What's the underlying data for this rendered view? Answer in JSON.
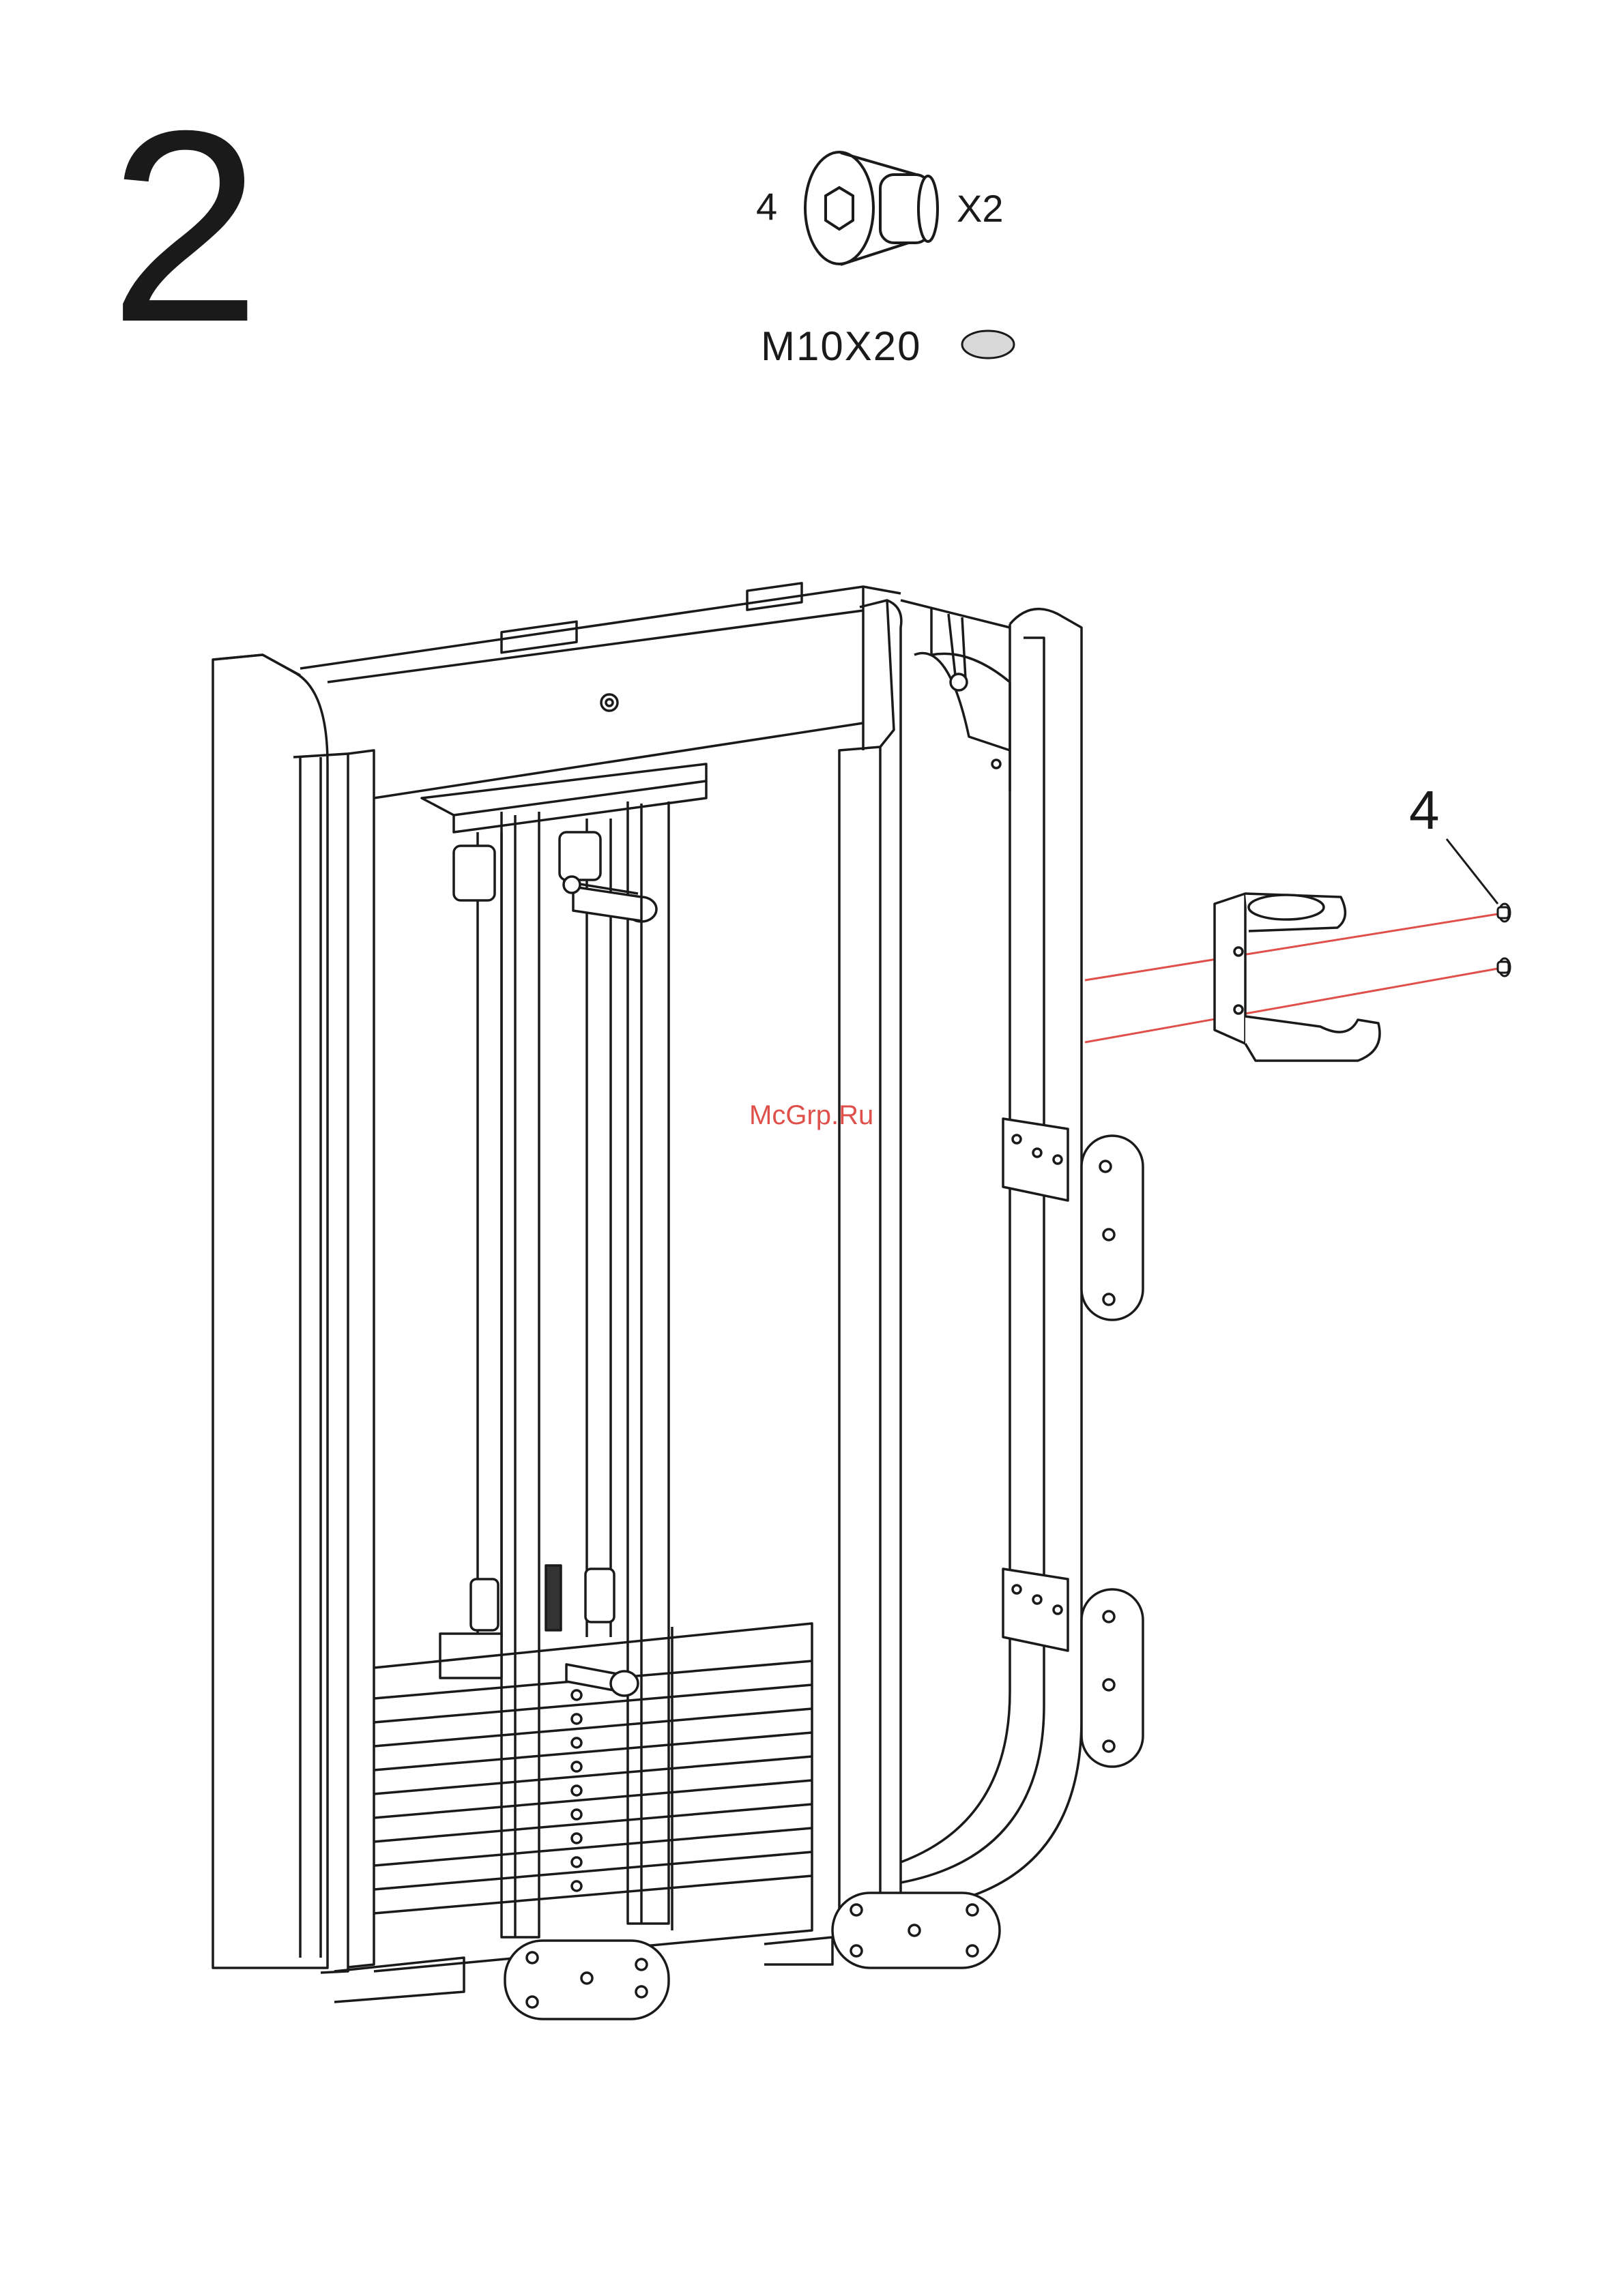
{
  "step": {
    "number": "2"
  },
  "hardware": {
    "callout": "4",
    "quantity": "X2",
    "spec": "M10X20",
    "icon": "hex-socket-flat-head-bolt-icon"
  },
  "diagram": {
    "part_callout": "4",
    "part_icon": "handle-holder-bracket-icon",
    "assembly_line_color": "#e0504a"
  },
  "watermark": {
    "text": "McGrp.Ru",
    "color": "#e0504a"
  }
}
